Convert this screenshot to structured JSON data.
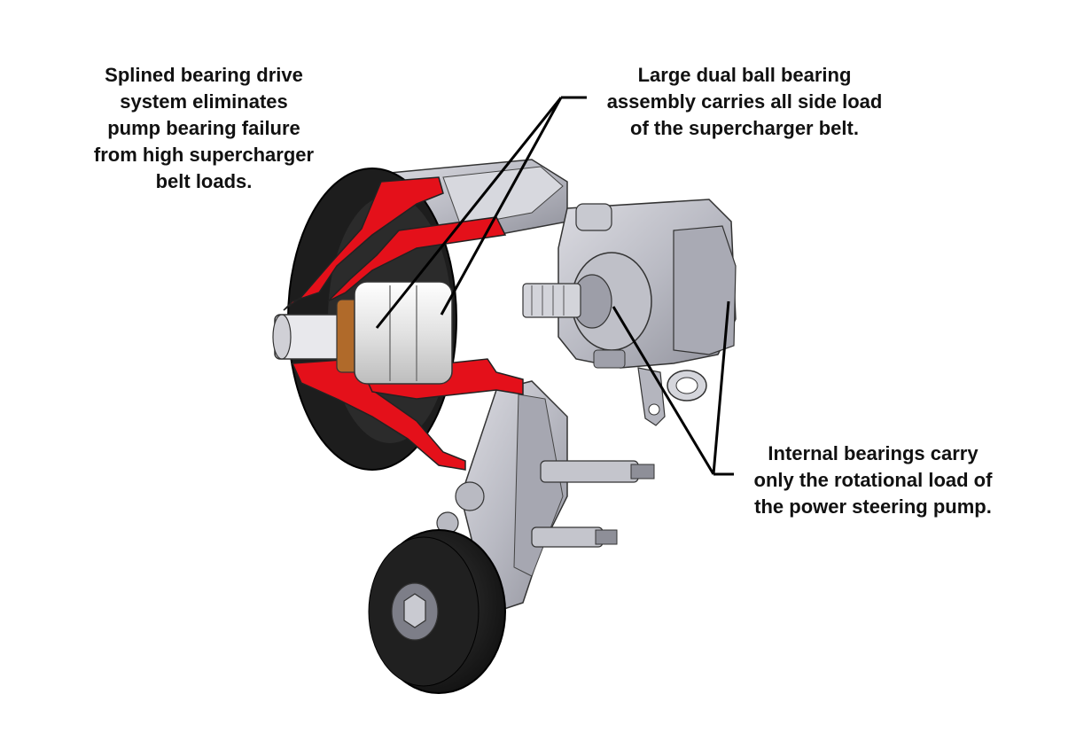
{
  "callouts": {
    "splined": {
      "lines": [
        "Splined bearing drive",
        "system eliminates",
        "pump bearing failure",
        "from high supercharger",
        "belt loads."
      ]
    },
    "dual_ball": {
      "lines": [
        "Large dual ball bearing",
        "assembly carries all side load",
        "of the supercharger belt."
      ]
    },
    "internal": {
      "lines": [
        "Internal bearings carry",
        "only the rotational load of",
        "the power steering pump."
      ]
    }
  },
  "colors": {
    "section_red": "#e4101a",
    "body_gray": "#c9c9cf",
    "body_dark": "#8d8e98",
    "belt_black": "#1c1c1c",
    "bearing_light": "#ececec"
  }
}
